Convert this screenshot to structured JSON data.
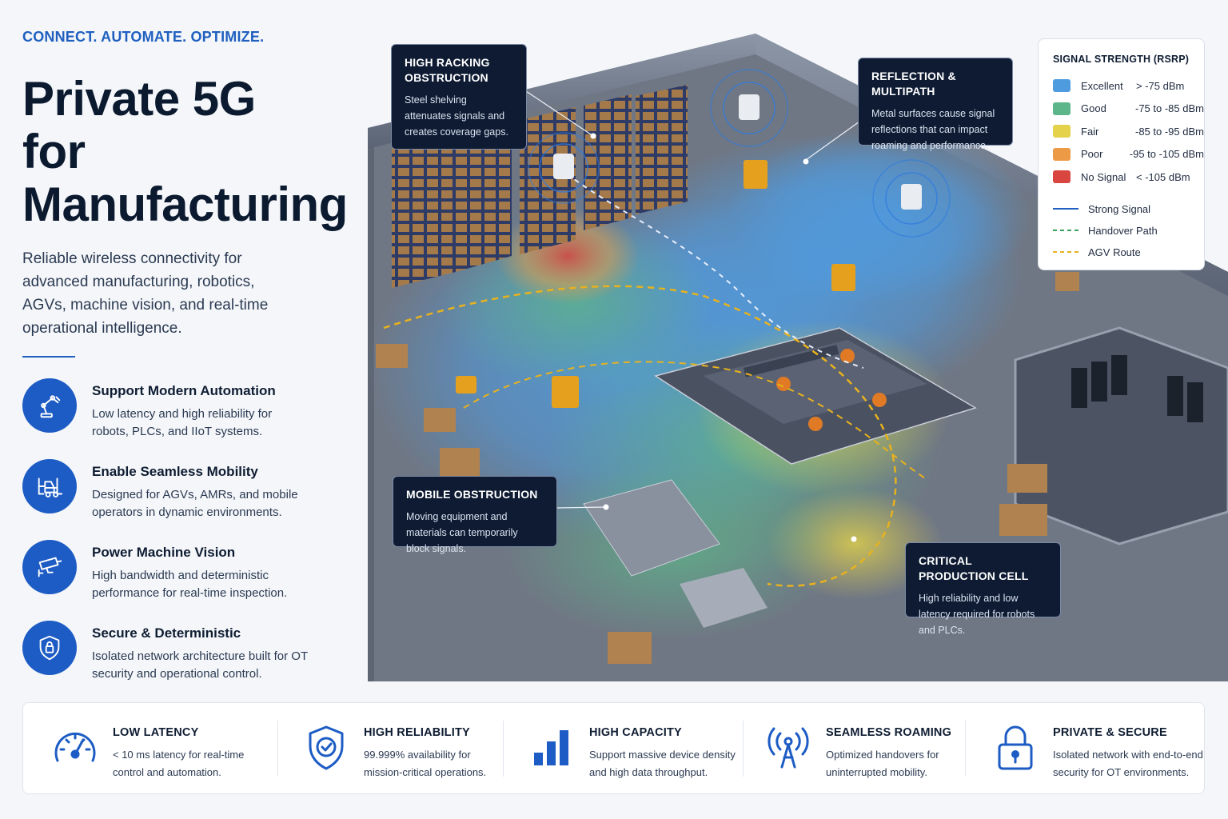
{
  "tagline": "CONNECT. AUTOMATE. OPTIMIZE.",
  "headline": {
    "line1": "Private 5G",
    "line2": "for",
    "line3": "Manufacturing"
  },
  "intro": "Reliable wireless connectivity for advanced manufacturing, robotics, AGVs, machine vision, and real-time operational intelligence.",
  "features": [
    {
      "icon": "robot-arm-icon",
      "title": "Support Modern Automation",
      "desc": "Low latency and high reliability for robots, PLCs, and IIoT systems."
    },
    {
      "icon": "forklift-icon",
      "title": "Enable Seamless Mobility",
      "desc": "Designed for AGVs, AMRs, and mobile operators in dynamic environments."
    },
    {
      "icon": "security-camera-icon",
      "title": "Power Machine Vision",
      "desc": "High bandwidth and deterministic performance for real-time inspection."
    },
    {
      "icon": "shield-lock-icon",
      "title": "Secure & Deterministic",
      "desc": "Isolated network architecture built for OT security and operational control."
    }
  ],
  "callouts": {
    "racking": {
      "title": "HIGH RACKING OBSTRUCTION",
      "desc": "Steel shelving attenuates signals and creates coverage gaps."
    },
    "reflection": {
      "title": "REFLECTION & MULTIPATH",
      "desc": "Metal surfaces cause signal reflections that can impact roaming and performance."
    },
    "mobile": {
      "title": "MOBILE OBSTRUCTION",
      "desc": "Moving equipment and materials can temporarily block signals."
    },
    "critical": {
      "title": "CRITICAL PRODUCTION CELL",
      "desc": "High reliability and low latency required for robots and PLCs."
    }
  },
  "legend": {
    "title": "SIGNAL STRENGTH (RSRP)",
    "levels": [
      {
        "name": "Excellent",
        "range": "> -75 dBm",
        "color": "#4f9be0"
      },
      {
        "name": "Good",
        "range": "-75 to -85 dBm",
        "color": "#5db58a"
      },
      {
        "name": "Fair",
        "range": "-85 to -95 dBm",
        "color": "#e3d24a"
      },
      {
        "name": "Poor",
        "range": "-95 to -105 dBm",
        "color": "#ec9a45"
      },
      {
        "name": "No Signal",
        "range": "< -105 dBm",
        "color": "#d9453f"
      }
    ],
    "lines": [
      {
        "label": "Strong Signal",
        "color": "#1f5fbf",
        "style": "solid"
      },
      {
        "label": "Handover Path",
        "color": "#3aa35a",
        "style": "dashed"
      },
      {
        "label": "AGV Route",
        "color": "#e8b21e",
        "style": "dashed"
      }
    ]
  },
  "benefits": [
    {
      "icon": "speedometer-icon",
      "title": "LOW LATENCY",
      "desc_line1": "< 10 ms latency for real-time",
      "desc_line2": "control and automation."
    },
    {
      "icon": "shield-check-icon",
      "title": "HIGH RELIABILITY",
      "desc_line1": "99.999% availability for",
      "desc_line2": "mission-critical operations."
    },
    {
      "icon": "bar-chart-icon",
      "title": "HIGH CAPACITY",
      "desc_line1": "Support massive device density",
      "desc_line2": "and high data throughput."
    },
    {
      "icon": "antenna-icon",
      "title": "SEAMLESS ROAMING",
      "desc_line1": "Optimized handovers for",
      "desc_line2": "uninterrupted mobility."
    },
    {
      "icon": "padlock-icon",
      "title": "PRIVATE & SECURE",
      "desc_line1": "Isolated network with end-to-end",
      "desc_line2": "security for OT environments."
    }
  ],
  "colors": {
    "accent": "#1f5fbf",
    "callout_bg": "#0e1b33",
    "heading": "#0c1a30"
  }
}
